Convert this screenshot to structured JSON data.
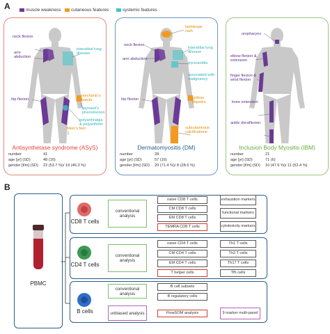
{
  "panel_a": "A",
  "panel_b": "B",
  "legend": [
    {
      "label": "muscle weakness",
      "color": "#6b3a96"
    },
    {
      "label": "cutaneous features",
      "color": "#f39a1e"
    },
    {
      "label": "systemic features",
      "color": "#3ec6c9"
    }
  ],
  "cards": [
    {
      "title": "Antisynthetase syndrome (ASyS)",
      "title_color": "#e0453a",
      "border_color": "#e38a7a",
      "stats": [
        {
          "k": "number",
          "v": "41"
        },
        {
          "k": "age [yr] (SD)",
          "v": "48 (16)"
        },
        {
          "k": "gender [f/m] (SD)",
          "v": "22 (53.7 %)/ 19 (46.3 %)"
        }
      ],
      "labels": {
        "neck_flexion": "neck flexion",
        "arm_abduction": "arm abduction",
        "hip_flexion": "hip flexion",
        "ild": "interstitial lung disease",
        "mechanics_hands": "mechanic's hands",
        "raynaud": "raynaud's phenomenon",
        "polyarthralgia": "polyarthralgia & polyarthritis",
        "hikers_feet": "hiker's feet"
      }
    },
    {
      "title": "Dermatomyositis (DM)",
      "title_color": "#2a5d8a",
      "border_color": "#6f93b8",
      "stats": [
        {
          "k": "number",
          "v": "28"
        },
        {
          "k": "age [yr] (SD)",
          "v": "57 (16)"
        },
        {
          "k": "gender [f/m] (SD)",
          "v": "20 (71.4 %)/ 8 (28.6 %)"
        }
      ],
      "labels": {
        "heliotrope": "heliotrope rash",
        "neck_flexion": "neck flexion",
        "arm_abduction": "arm abduction",
        "hip_flexion": "hip flexion",
        "ild": "interstitial lung disease",
        "myocarditis": "myocarditis",
        "malignancy": "associated with malignancy",
        "gottron": "gottron papules",
        "calcifications": "subcutaneous calcifications"
      }
    },
    {
      "title": "Inclusion Body Myositis (IBM)",
      "title_color": "#6aaa3a",
      "border_color": "#9bc67f",
      "stats": [
        {
          "k": "number",
          "v": "21"
        },
        {
          "k": "age [yr] (SD)",
          "v": "71 (6)"
        },
        {
          "k": "gender [f/m] (SD)",
          "v": "10 (47.6 %)/ 11 (52.4 %)"
        }
      ],
      "labels": {
        "oropharynx": "oropharynx",
        "elbow": "elbow flexion & extension",
        "finger": "finger flexion & wrist flexion",
        "knee": "knee extension",
        "ankle": "ankle dorsiflexion"
      }
    }
  ],
  "pbmc": "PBMC",
  "groups": [
    {
      "cell_label": "CD8 T cells",
      "cell_color": "#e06a6a",
      "analysis": "conventional analysis",
      "subsets": [
        "naive CD8 T cells",
        "CM CD8 T cells",
        "EM CD8 T cells",
        "TEMRA CD8 T cells"
      ],
      "markers": [
        "exhaustion markers",
        "functional markers",
        "cytotoxicity markers"
      ]
    },
    {
      "cell_label": "CD4 T cells",
      "cell_color": "#3c9a52",
      "analysis": "conventional analysis",
      "subsets": [
        "naive CD4 T cells",
        "CM CD4 T cells",
        "EM CD4 T cells",
        "T helper cells"
      ],
      "markers": [
        "Th1 T cells",
        "Th2 T cells",
        "Th17 T cells",
        "Tfh cells"
      ]
    },
    {
      "cell_label": "B cells",
      "cell_color": "#2e6fc9",
      "analysis_conv": "conventional analysis",
      "analysis_unb": "unbiased analysis",
      "subsets": [
        "B cell subsets",
        "B regulatory cells"
      ],
      "flowsom": "FlowSOM analysis",
      "panel": "9 marker multi-panel"
    }
  ]
}
